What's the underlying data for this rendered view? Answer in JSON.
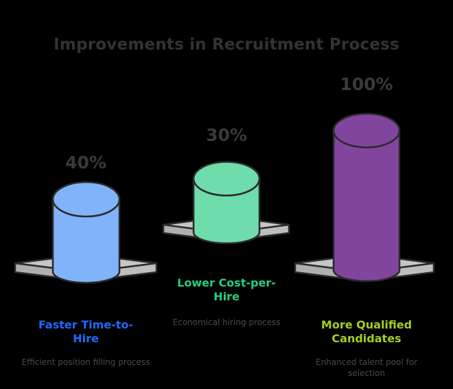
{
  "chart": {
    "title": "Improvements in Recruitment Process"
  },
  "chart_data": {
    "type": "bar",
    "title": "Improvements in Recruitment Process",
    "subtitle": "",
    "xlabel": "",
    "ylabel": "",
    "ylim": [
      0,
      100
    ],
    "grid": false,
    "legend": "none",
    "style": "isometric-3d-cylinders-on-platforms",
    "background": "#000000",
    "categories": [
      "Faster Time-to-Hire",
      "Lower Cost-per-Hire",
      "More Qualified Candidates"
    ],
    "values": [
      40,
      30,
      100
    ],
    "value_labels": [
      "40%",
      "30%",
      "100%"
    ],
    "descriptions": [
      "Efficient position filling process",
      "Economical hiring process",
      "Enhanced talent pool for selection"
    ],
    "colors": [
      "#81B3FA",
      "#6FDCAC",
      "#81459E"
    ],
    "label_colors": [
      "#1E6BFF",
      "#24D07E",
      "#A5CF22"
    ]
  },
  "items": [
    {
      "value_label": "40%",
      "title": "Faster Time-to-Hire",
      "title_line1": "Faster Time-to-",
      "title_line2": "Hire",
      "subtitle": "Efficient position filling process",
      "color": "#81B3FA",
      "label_color": "#1E6BFF",
      "value": 40
    },
    {
      "value_label": "30%",
      "title": "Lower Cost-per-Hire",
      "title_line1": "Lower Cost-per-",
      "title_line2": "Hire",
      "subtitle": "Economical hiring process",
      "color": "#6FDCAC",
      "label_color": "#24D07E",
      "value": 30
    },
    {
      "value_label": "100%",
      "title": "More Qualified Candidates",
      "title_line1": "More Qualified",
      "title_line2": "Candidates",
      "subtitle": "Enhanced talent pool for selection",
      "color": "#81459E",
      "label_color": "#A5CF22",
      "value": 100
    }
  ],
  "palette": {
    "background": "#000000",
    "title_color": "#333333",
    "value_color": "#3a3a3a",
    "subtitle_color": "#4a4a4a",
    "platform_top": "#C6C6C6",
    "platform_left": "#B0B0B0",
    "platform_right": "#BDBDBD",
    "outline": "#2B2B2B"
  }
}
